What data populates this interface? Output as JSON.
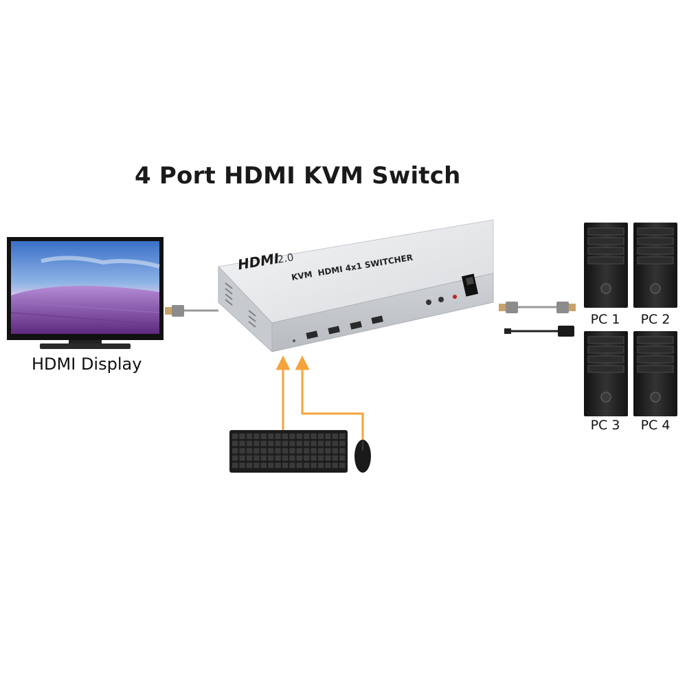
{
  "title": "4 Port HDMI KVM Switch",
  "display": {
    "label": "HDMI Display"
  },
  "switch": {
    "brand": "HDMI",
    "version": "2.0",
    "model": "KVM  HDMI 4x1 SWITCHER"
  },
  "computers": [
    {
      "label": "PC 1"
    },
    {
      "label": "PC 2"
    },
    {
      "label": "PC 3"
    },
    {
      "label": "PC 4"
    }
  ],
  "colors": {
    "arrow": "#f5a33a",
    "chassis": "#dfe1e4",
    "tower": "#1e1e1e"
  }
}
